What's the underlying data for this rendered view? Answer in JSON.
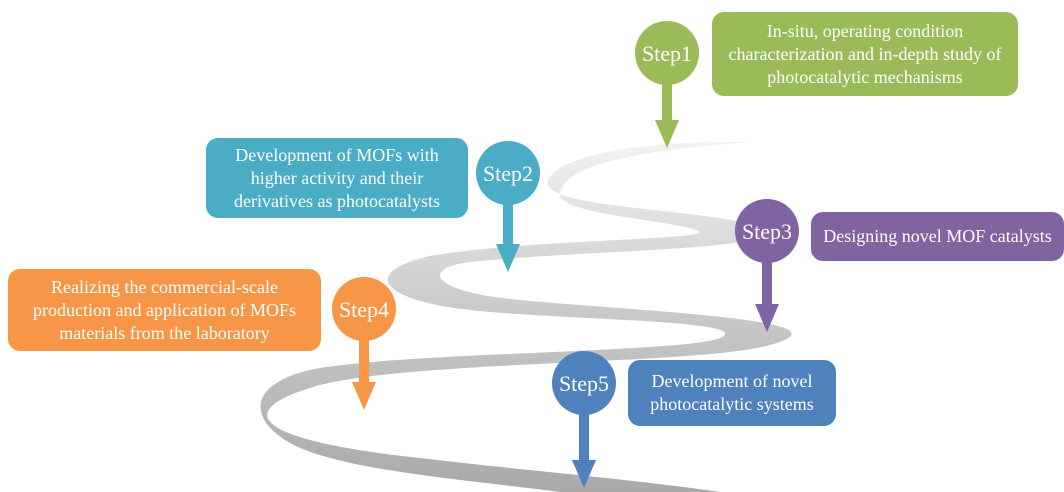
{
  "steps": [
    {
      "label": "Step1",
      "color": "#9BBB59",
      "text": "In-situ, operating condition characterization and in-depth study of photocatalytic mechanisms"
    },
    {
      "label": "Step2",
      "color": "#4BACC6",
      "text": "Development of MOFs with higher activity and their derivatives as photocatalysts"
    },
    {
      "label": "Step3",
      "color": "#8064A2",
      "text": "Designing novel MOF catalysts"
    },
    {
      "label": "Step4",
      "color": "#F79646",
      "text": "Realizing the commercial-scale production and application of MOFs materials from the laboratory"
    },
    {
      "label": "Step5",
      "color": "#4F81BD",
      "text": "Development of novel photocatalytic systems"
    }
  ]
}
